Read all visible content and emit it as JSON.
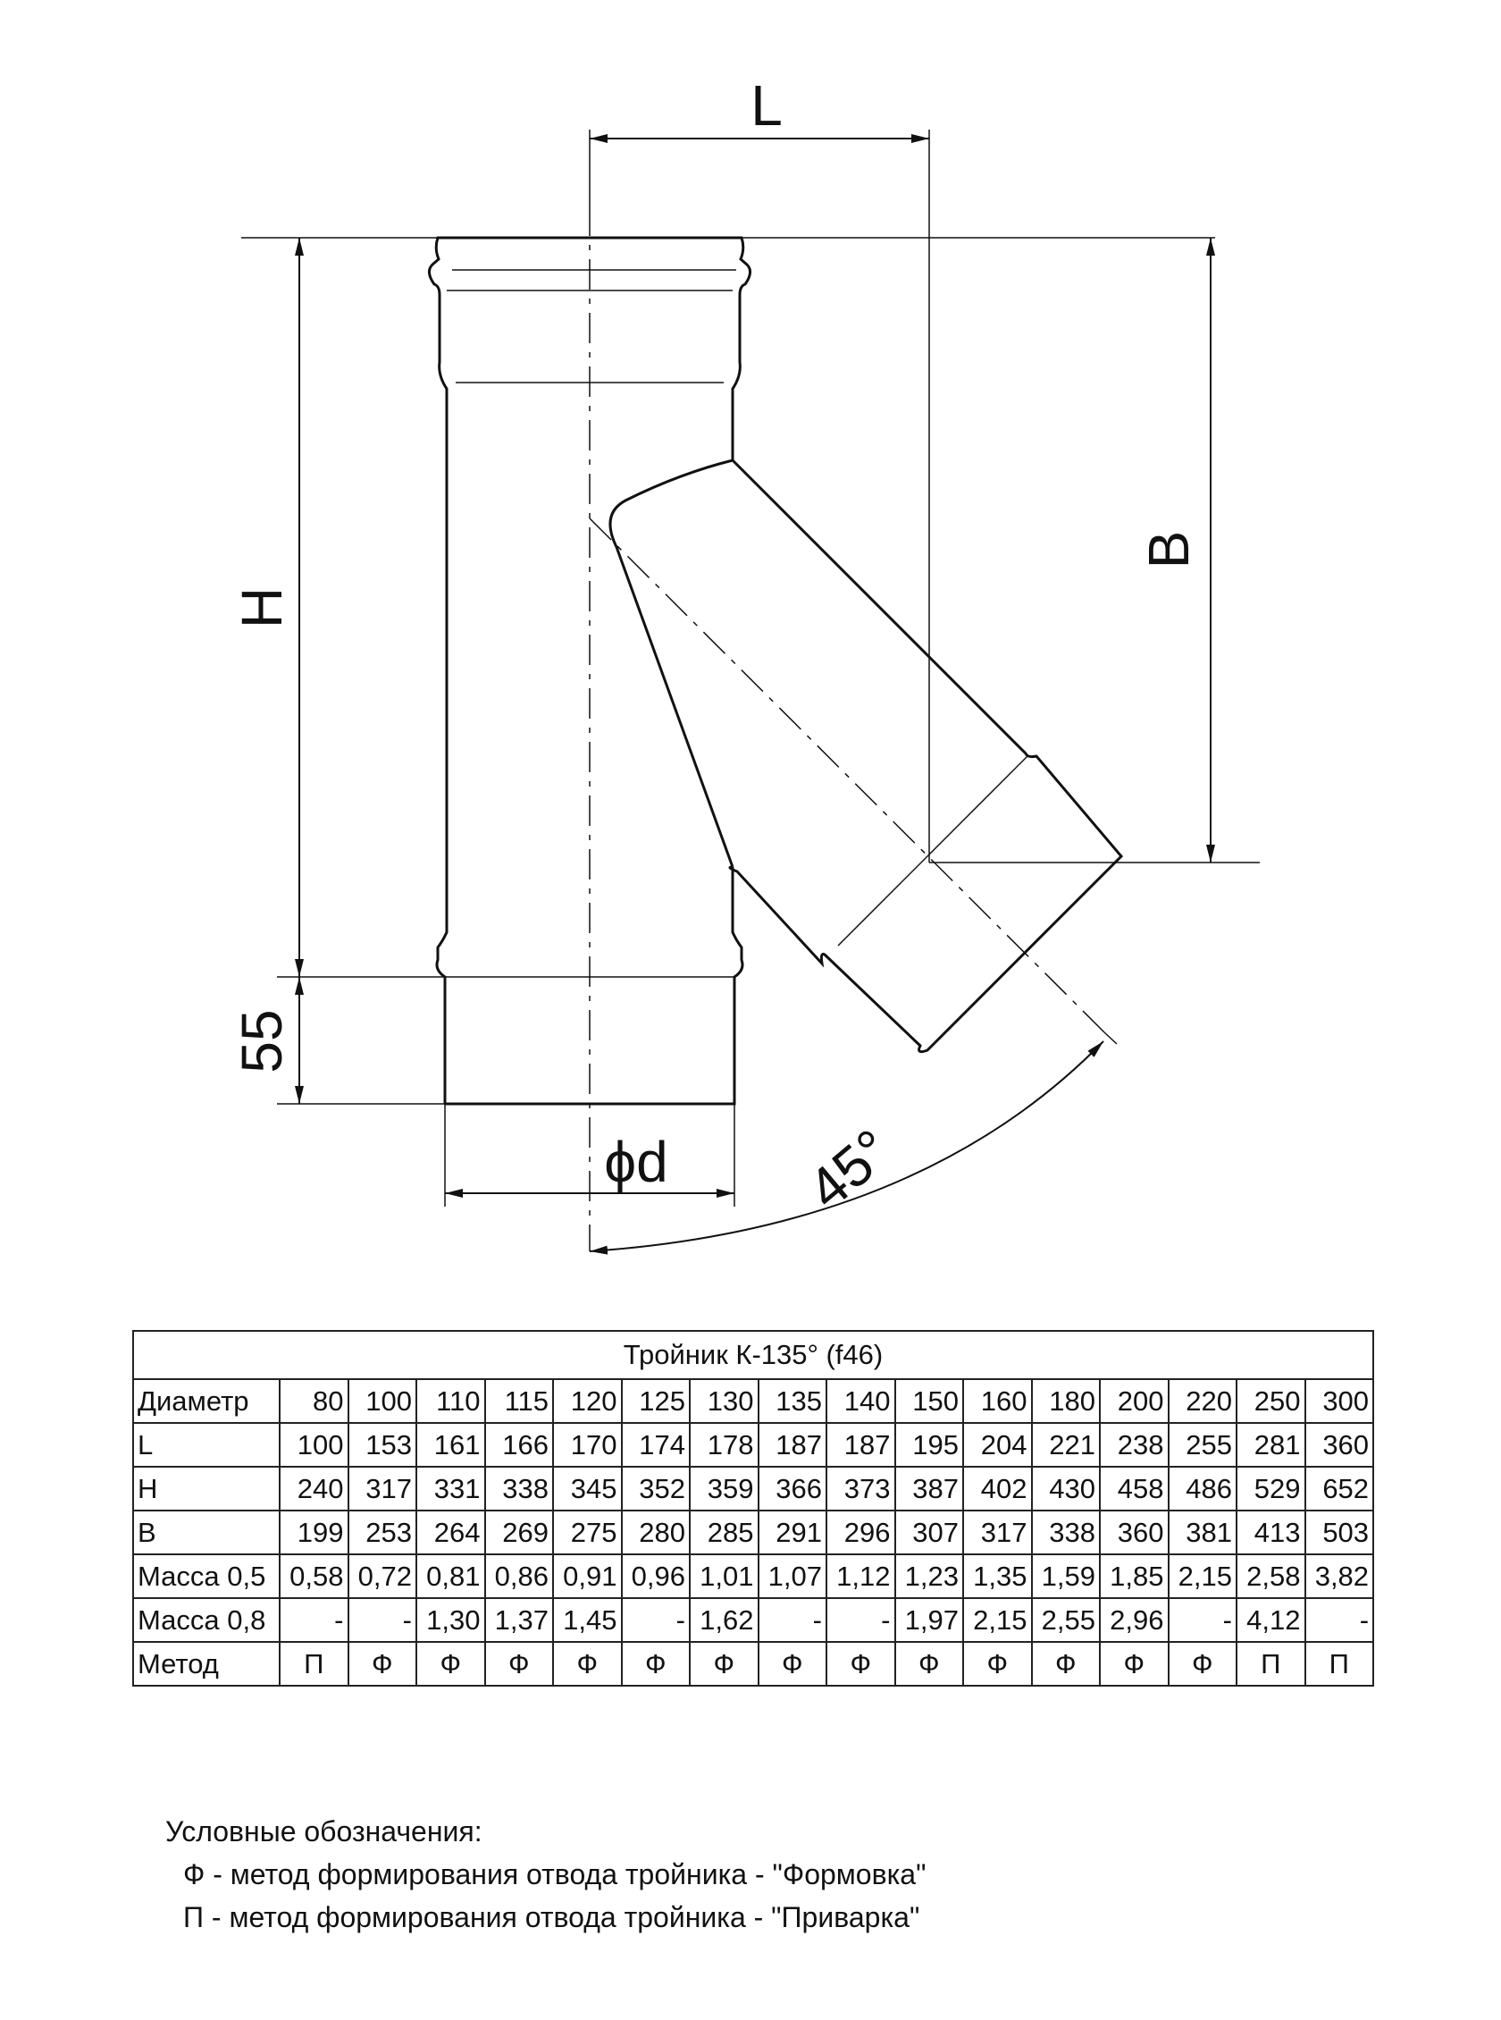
{
  "drawing": {
    "dims": {
      "L": "L",
      "H": "H",
      "B": "B",
      "socket": "55",
      "diameter": "ϕd",
      "angle": "45°"
    }
  },
  "table": {
    "title": "Тройник К-135° (f46)",
    "rows": [
      {
        "label": "Диаметр",
        "values": [
          "80",
          "100",
          "110",
          "115",
          "120",
          "125",
          "130",
          "135",
          "140",
          "150",
          "160",
          "180",
          "200",
          "220",
          "250",
          "300"
        ]
      },
      {
        "label": "L",
        "values": [
          "100",
          "153",
          "161",
          "166",
          "170",
          "174",
          "178",
          "187",
          "187",
          "195",
          "204",
          "221",
          "238",
          "255",
          "281",
          "360"
        ]
      },
      {
        "label": "H",
        "values": [
          "240",
          "317",
          "331",
          "338",
          "345",
          "352",
          "359",
          "366",
          "373",
          "387",
          "402",
          "430",
          "458",
          "486",
          "529",
          "652"
        ]
      },
      {
        "label": "B",
        "values": [
          "199",
          "253",
          "264",
          "269",
          "275",
          "280",
          "285",
          "291",
          "296",
          "307",
          "317",
          "338",
          "360",
          "381",
          "413",
          "503"
        ]
      },
      {
        "label": "Масса 0,5",
        "values": [
          "0,58",
          "0,72",
          "0,81",
          "0,86",
          "0,91",
          "0,96",
          "1,01",
          "1,07",
          "1,12",
          "1,23",
          "1,35",
          "1,59",
          "1,85",
          "2,15",
          "2,58",
          "3,82"
        ]
      },
      {
        "label": "Масса 0,8",
        "values": [
          "-",
          "-",
          "1,30",
          "1,37",
          "1,45",
          "-",
          "1,62",
          "-",
          "-",
          "1,97",
          "2,15",
          "2,55",
          "2,96",
          "-",
          "4,12",
          "-"
        ]
      },
      {
        "label": "Метод",
        "values": [
          "П",
          "Ф",
          "Ф",
          "Ф",
          "Ф",
          "Ф",
          "Ф",
          "Ф",
          "Ф",
          "Ф",
          "Ф",
          "Ф",
          "Ф",
          "Ф",
          "П",
          "П"
        ]
      }
    ]
  },
  "legend": {
    "title": "Условные обозначения:",
    "items": [
      "Ф - метод формирования отвода тройника - \"Формовка\"",
      "П - метод формирования отвода тройника - \"Приварка\""
    ]
  }
}
